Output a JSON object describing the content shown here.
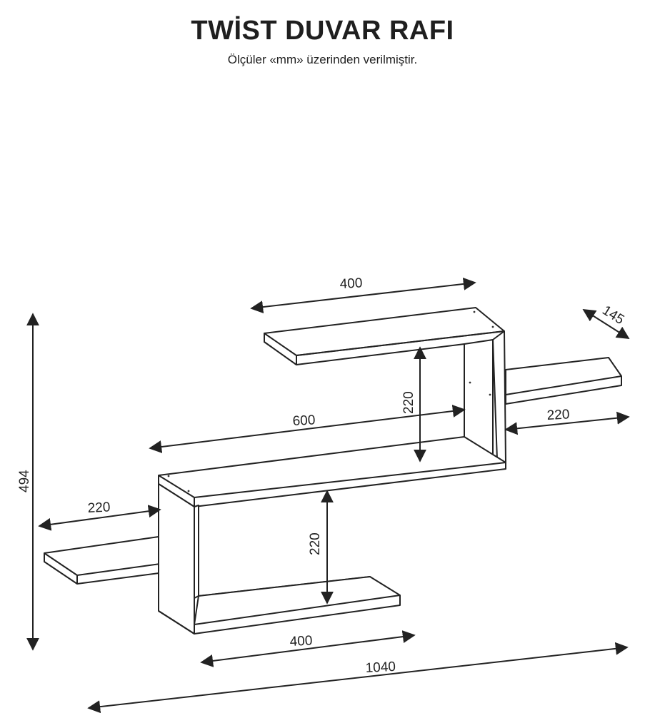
{
  "header": {
    "title": "TWİST DUVAR RAFI",
    "subtitle": "Ölçüler «mm» üzerinden verilmiştir."
  },
  "dimensions": {
    "top_shelf_width": "400",
    "depth": "145",
    "upper_gap_height": "220",
    "middle_shelf_width": "600",
    "right_extension": "220",
    "total_height": "494",
    "left_extension": "220",
    "lower_gap_height": "220",
    "bottom_shelf_width": "400",
    "total_width": "1040"
  },
  "colors": {
    "line": "#222222",
    "background": "#ffffff"
  }
}
